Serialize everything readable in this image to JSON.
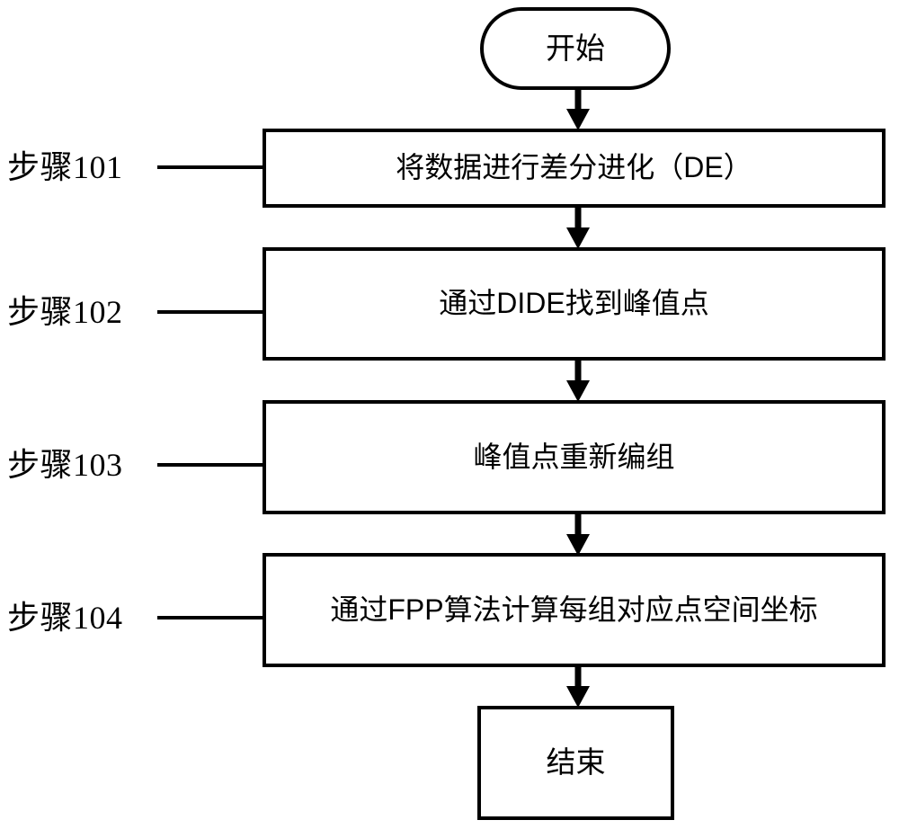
{
  "diagram": {
    "title": "Flowchart",
    "type": "flowchart",
    "stroke_color": "#000000",
    "fill_color": "#ffffff"
  },
  "nodes": {
    "start": {
      "label": "开始",
      "shape": "stadium"
    },
    "step101_box": {
      "label": "将数据进行差分进化（DE）",
      "shape": "rectangle"
    },
    "step102_box": {
      "label": "通过DIDE找到峰值点",
      "shape": "rectangle"
    },
    "step103_box": {
      "label": "峰值点重新编组",
      "shape": "rectangle"
    },
    "step104_box": {
      "label": "通过FPP算法计算每组对应点空间坐标",
      "shape": "rectangle"
    },
    "end": {
      "label": "结束",
      "shape": "rectangle"
    }
  },
  "step_labels": {
    "step101": "步骤101",
    "step102": "步骤102",
    "step103": "步骤103",
    "step104": "步骤104"
  },
  "flow_order": [
    "开始",
    "将数据进行差分进化（DE）",
    "通过DIDE找到峰值点",
    "峰值点重新编组",
    "通过FPP算法计算每组对应点空间坐标",
    "结束"
  ]
}
